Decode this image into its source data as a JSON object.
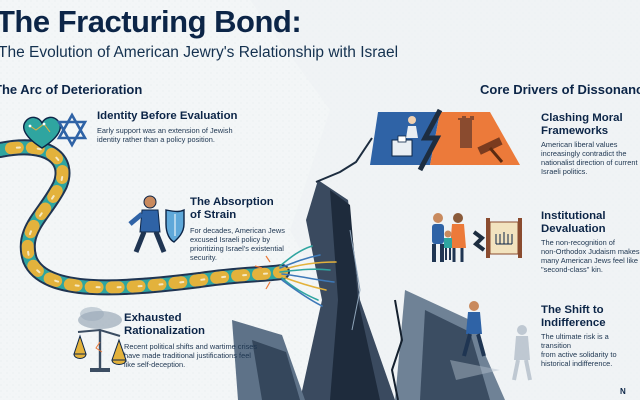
{
  "header": {
    "title": "The Fracturing Bond:",
    "subtitle": "The Evolution of American Jewry's Relationship with Israel"
  },
  "left": {
    "heading": "The Arc of Deterioration",
    "stages": [
      {
        "title": "Identity Before Evaluation",
        "body": [
          "Early support was an extension of Jewish",
          "identity rather than a policy position."
        ],
        "icon": "heart-star-of-david-icon"
      },
      {
        "title": [
          "The Absorption",
          "of Strain"
        ],
        "body": [
          "For decades, American Jews",
          "excused Israeli policy by",
          "prioritizing Israel's existential",
          "security."
        ],
        "icon": "person-with-shield-icon"
      },
      {
        "title": [
          "Exhausted",
          "Rationalization"
        ],
        "body": [
          "Recent political shifts and wartime crises",
          "have made traditional justifications feel",
          "like self-deception."
        ],
        "icon": "broken-scales-icon"
      }
    ]
  },
  "right": {
    "heading": "Core Drivers of Dissonance",
    "drivers": [
      {
        "title": [
          "Clashing Moral",
          "Frameworks"
        ],
        "body": [
          "American liberal values",
          "increasingly contradict the",
          "nationalist direction of current",
          "Israeli politics."
        ],
        "icon": "ballot-and-gavel-icon"
      },
      {
        "title": [
          "Institutional",
          "Devaluation"
        ],
        "body": [
          "The non-recognition of",
          "non-Orthodox Judaism makes",
          "many American Jews feel like",
          "\"second-class\" kin."
        ],
        "icon": "family-and-torah-icon"
      },
      {
        "title": [
          "The Shift to",
          "Indifference"
        ],
        "body": [
          "The ultimate risk is a transition",
          "from active solidarity to",
          "historical indifference."
        ],
        "icon": "walking-away-icon"
      }
    ]
  },
  "footer": {
    "logo": "N"
  },
  "colors": {
    "navy": "#0c2547",
    "rope_blue": "#3d79b8",
    "rope_teal": "#2fa5a0",
    "rope_gold": "#e3b23c",
    "rift": "#23334a",
    "accent_orange": "#ec7a3a"
  }
}
